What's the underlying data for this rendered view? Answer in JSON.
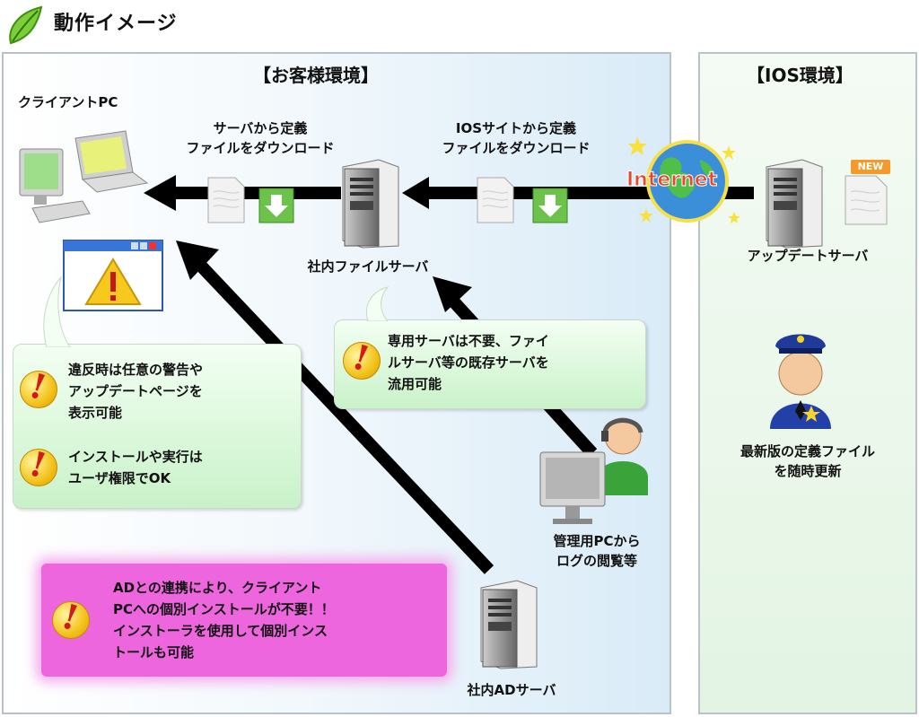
{
  "header": {
    "title": "動作イメージ"
  },
  "customer_env": {
    "title": "【お客様環境】",
    "client_pc_label": "クライアントPC",
    "server_download_label_1": "サーバから定義",
    "server_download_label_2": "ファイルをダウンロード",
    "ios_download_label_1": "IOSサイトから定義",
    "ios_download_label_2": "ファイルをダウンロード",
    "file_server_label": "社内ファイルサーバ",
    "admin_pc_label_1": "管理用PCから",
    "admin_pc_label_2": "ログの閲覧等",
    "ad_server_label": "社内ADサーバ",
    "bubble_fileserver": [
      "専用サーバは不要、ファイ",
      "ルサーバ等の既存サーバを",
      "流用可能"
    ],
    "bubble_warning": [
      "違反時は任意の警告や",
      "アップデートページを",
      "表示可能"
    ],
    "bubble_install": [
      "インストールや実行は",
      "ユーザ権限でOK"
    ],
    "bubble_ad": [
      "ADとの連携により、クライアント",
      "PCへの個別インストールが不要！！",
      "インストーラを使用して個別インス",
      "トールも可能"
    ]
  },
  "ios_env": {
    "title": "【IOS環境】",
    "internet_label": "Internet",
    "new_badge": "NEW",
    "update_server_label": "アップデートサーバ",
    "update_desc_1": "最新版の定義ファイル",
    "update_desc_2": "を随時更新"
  },
  "colors": {
    "green_bubble": "#c9f2c9",
    "pink_bubble": "#ee66dd",
    "arrow": "#000000",
    "panel_blue": "#d9ebf7",
    "panel_green": "#e3f4e3"
  }
}
